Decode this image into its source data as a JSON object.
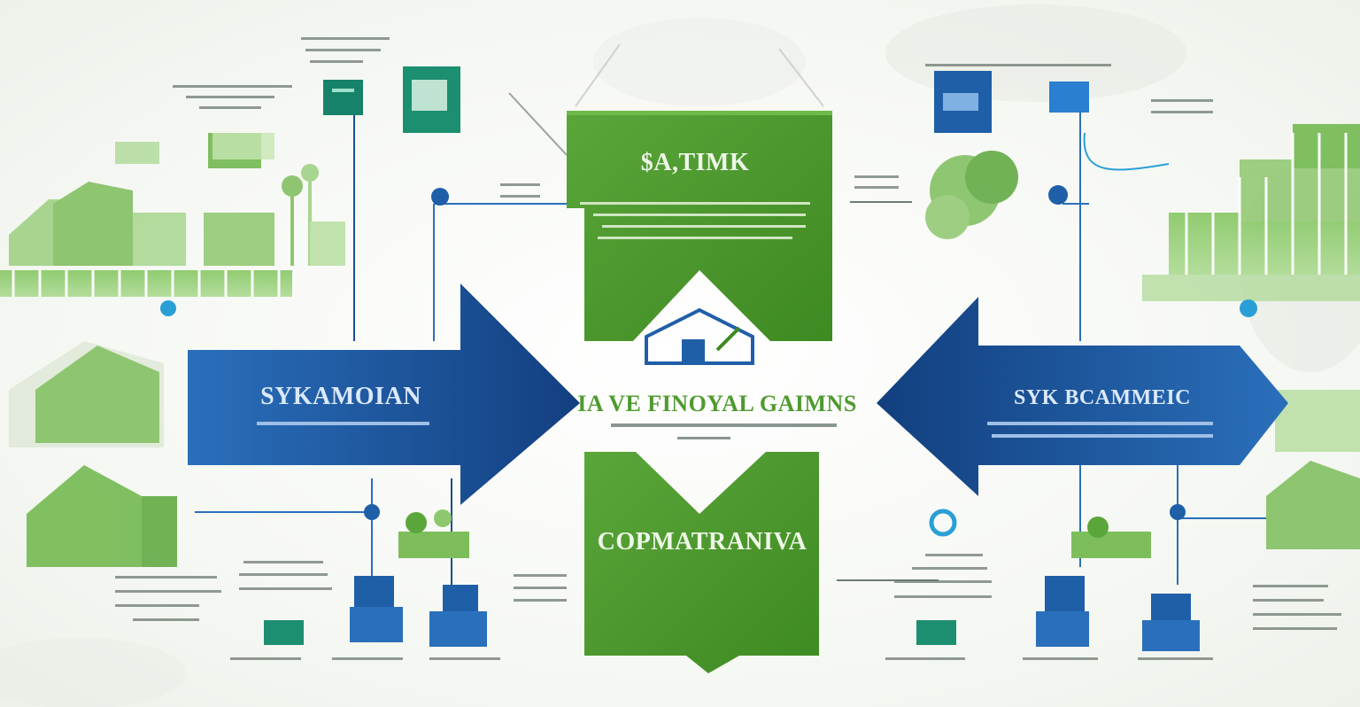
{
  "panels": {
    "top": {
      "label": "$A,TIMK"
    },
    "left_arrow": {
      "label": "SYKAMOIAN"
    },
    "right_arrow": {
      "label": "SYK BCAMMEIC"
    },
    "center": {
      "label": "IA VE FINOYAL GAIMNS"
    },
    "bottom": {
      "label": "COPMATRANIVA"
    }
  },
  "colors": {
    "green": "#4f9a2f",
    "green_dark": "#3e8a22",
    "blue": "#1f5fa8",
    "blue_dark": "#123f7e",
    "teal": "#17826a",
    "text_blue": "#2d56a0",
    "text_green": "#4f9a2f"
  },
  "icons": [
    "house-icon",
    "building-icon",
    "plant-icon",
    "tree-icon",
    "solar-panel-icon",
    "document-icon"
  ]
}
